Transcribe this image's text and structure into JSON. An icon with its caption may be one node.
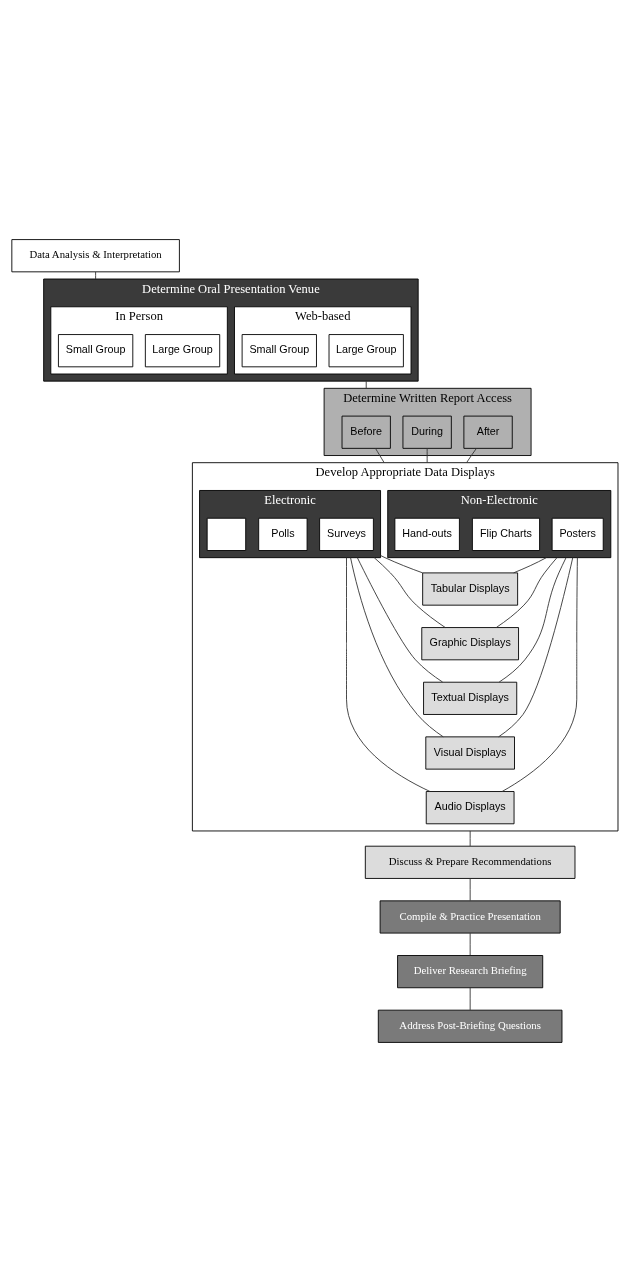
{
  "diagram": {
    "nodes": [
      {
        "text": [
          "Data Analysis & Interpretation"
        ]
      },
      {
        "text": [
          "Determine Oral Presentation Venue"
        ]
      },
      {
        "text": [
          "In Person"
        ],
        "in": 1
      },
      {
        "text": [
          "Small Group"
        ],
        "in": 2
      },
      {
        "text": [
          "Large Group"
        ],
        "in": 2
      },
      {
        "text": [
          "Web-based"
        ],
        "in": 1
      },
      {
        "text": [
          "Small Group"
        ],
        "in": 5
      },
      {
        "text": [
          "Large Group"
        ],
        "in": 5
      },
      {
        "text": [
          "Determine Written Report Access"
        ]
      },
      {
        "text": [
          "Before"
        ],
        "in": 8
      },
      {
        "text": [
          "During"
        ],
        "in": 8
      },
      {
        "text": [
          "After"
        ],
        "in": 8
      },
      {
        "text": [
          "Develop Appropriate Data Displays"
        ]
      },
      {
        "text": [
          "Non-Electronic"
        ],
        "in": 12
      },
      {
        "text": [
          "Hand-outs"
        ],
        "in": 13
      },
      {
        "text": [
          "Flip Charts"
        ],
        "in": 13
      },
      {
        "text": [
          "Posters"
        ],
        "in": 13
      },
      {
        "text": [
          "Electronic"
        ],
        "in": 12
      },
      {
        "text": [],
        "shape": "box",
        "in": 17
      },
      {
        "text": [
          "Polls"
        ],
        "in": 17
      },
      {
        "text": [
          "Surveys"
        ],
        "in": 17
      },
      {
        "text": [
          "Tabular Displays"
        ],
        "in": 12
      },
      {
        "text": [
          "Graphic Displays"
        ],
        "in": 12
      },
      {
        "text": [
          "Textual Displays"
        ],
        "in": 12
      },
      {
        "text": [
          "Visual Displays"
        ],
        "in": 12
      },
      {
        "text": [
          "Audio Displays"
        ],
        "in": 12
      },
      {
        "text": [
          "Discuss & Prepare Recommendations"
        ]
      },
      {
        "text": [
          "Compile & Practice Presentation"
        ]
      },
      {
        "text": [
          "Deliver Research Briefing"
        ]
      },
      {
        "text": [
          "Address Post-Briefing Questions"
        ]
      }
    ],
    "edges": [
      {
        "from": 0,
        "to": 1,
        "arrow": "none"
      },
      {
        "from": 1,
        "to": 8,
        "arrow": "none"
      },
      {
        "from": 9,
        "to": 12,
        "arrow": "none"
      },
      {
        "from": 10,
        "to": 12,
        "arrow": "none"
      },
      {
        "from": 11,
        "to": 12,
        "arrow": "none"
      },
      {
        "from": 13,
        "to": 21,
        "arrow": "none"
      },
      {
        "from": 13,
        "to": 22,
        "arrow": "none"
      },
      {
        "from": 13,
        "to": 23,
        "arrow": "none"
      },
      {
        "from": 13,
        "to": 24,
        "arrow": "none"
      },
      {
        "from": 13,
        "to": 25,
        "arrow": "none"
      },
      {
        "from": 17,
        "to": 21,
        "arrow": "none"
      },
      {
        "from": 17,
        "to": 22,
        "arrow": "none"
      },
      {
        "from": 17,
        "to": 23,
        "arrow": "none"
      },
      {
        "from": 17,
        "to": 24,
        "arrow": "none"
      },
      {
        "from": 17,
        "to": 25,
        "arrow": "none"
      },
      {
        "from": 12,
        "to": 26,
        "arrow": "none"
      },
      {
        "from": 26,
        "to": 27,
        "arrow": "none"
      },
      {
        "from": 27,
        "to": 28,
        "arrow": "none"
      },
      {
        "from": 28,
        "to": 29,
        "arrow": "none"
      }
    ]
  }
}
